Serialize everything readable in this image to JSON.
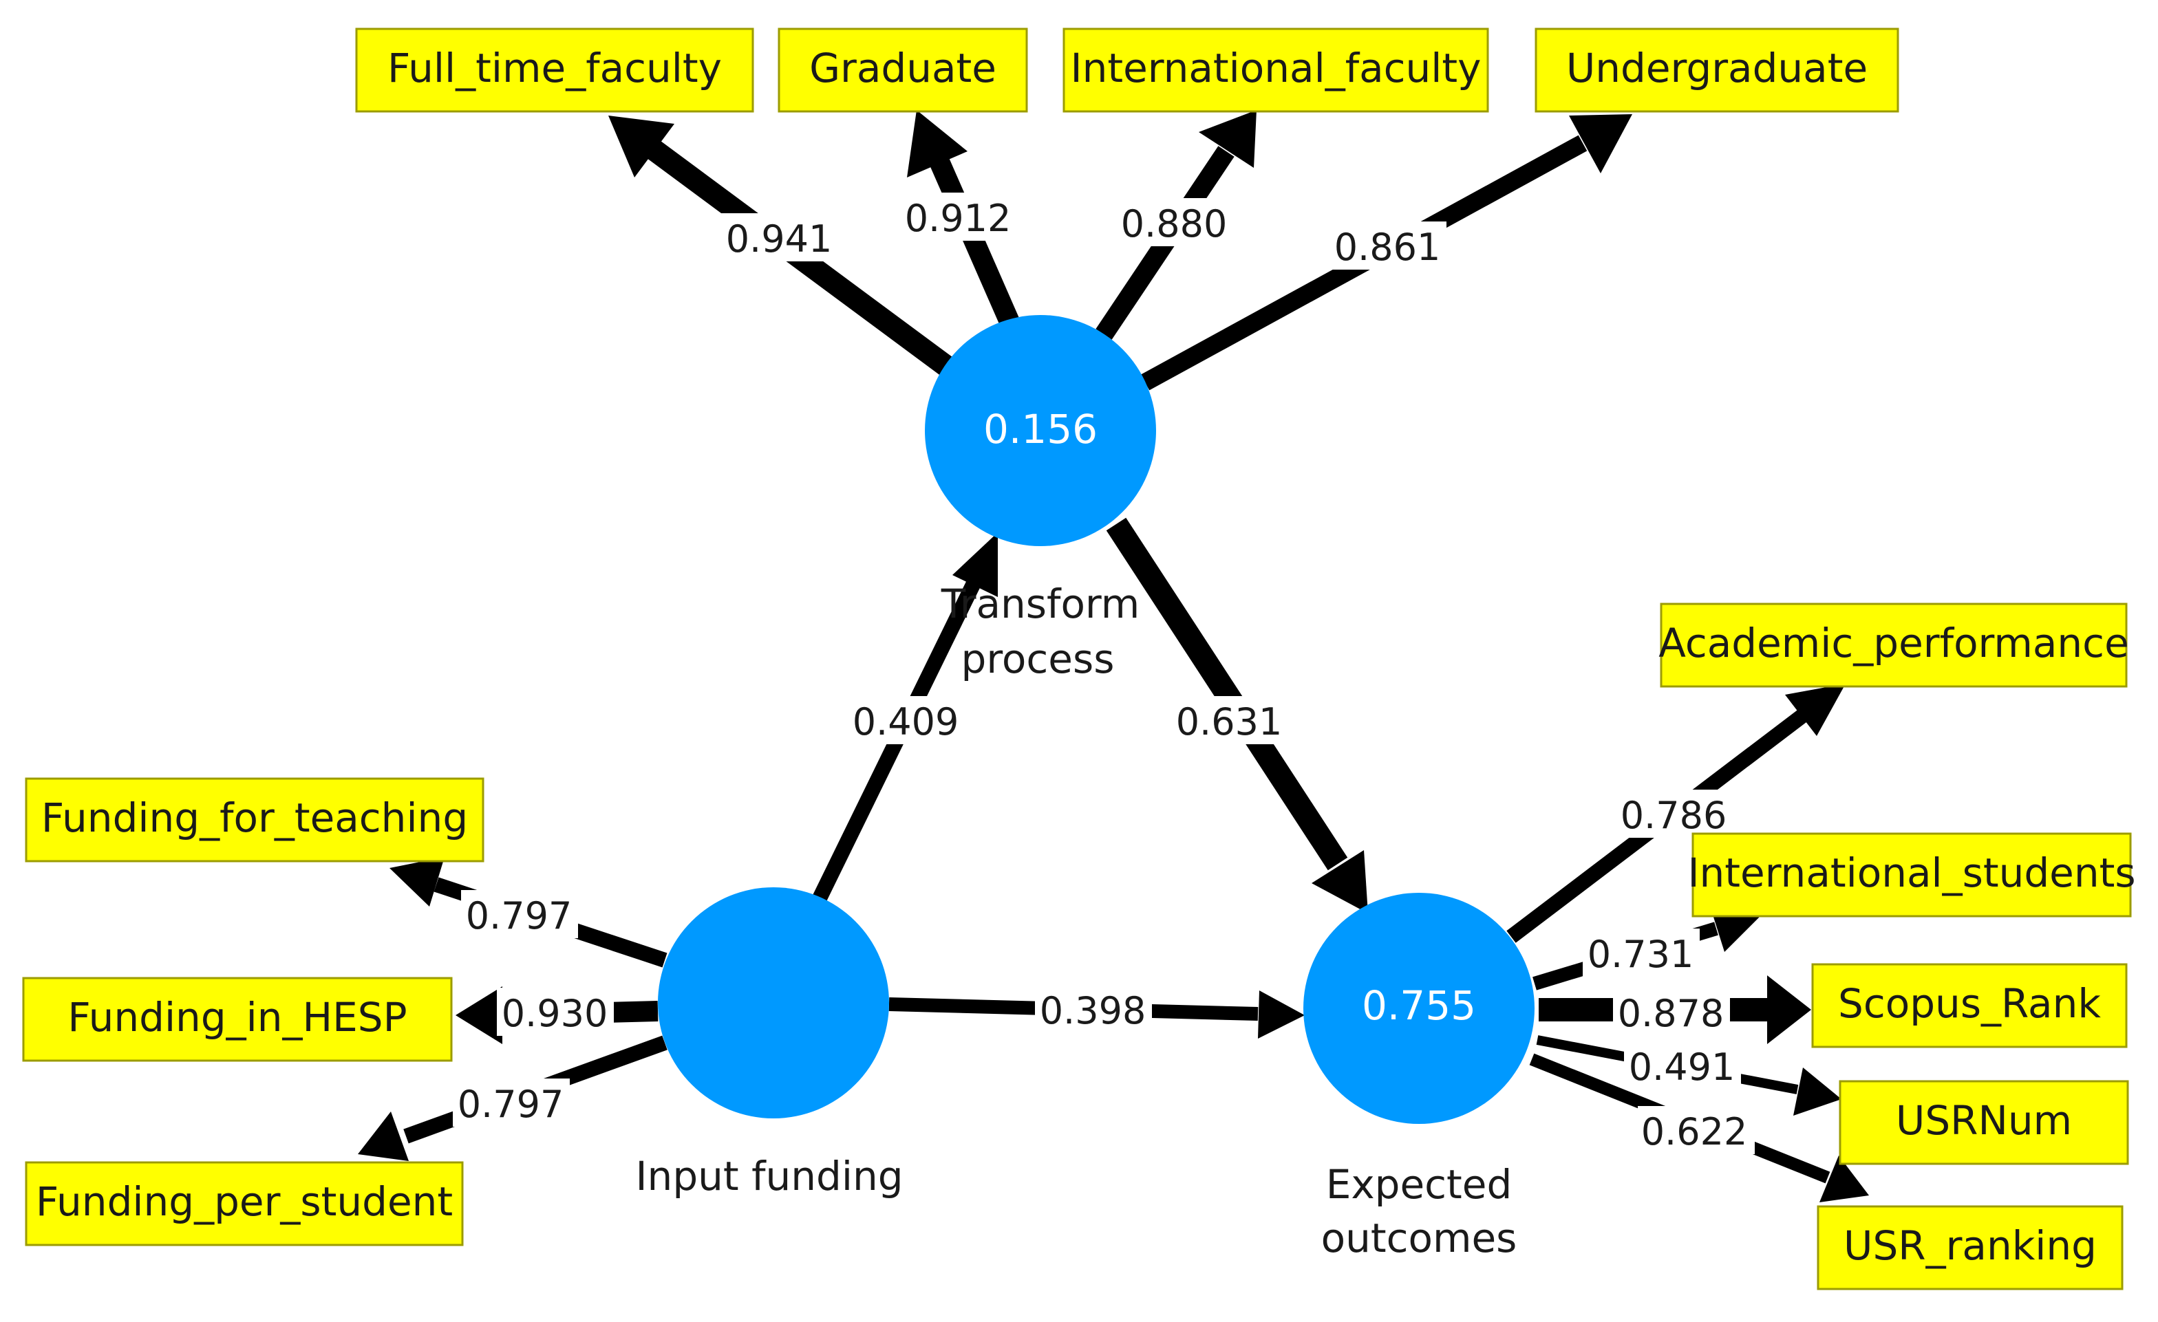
{
  "colors": {
    "construct": "#0099FF",
    "indicator_fill": "#FFFF00",
    "indicator_border": "#9C9C00",
    "path": "#000000"
  },
  "constructs": {
    "transform": {
      "value": "0.156",
      "name_line1": "Transform",
      "name_line2": "process"
    },
    "input": {
      "value": "",
      "name_line1": "Input funding",
      "name_line2": ""
    },
    "outcomes": {
      "value": "0.755",
      "name_line1": "Expected",
      "name_line2": "outcomes"
    }
  },
  "indicators": {
    "full_time_faculty": "Full_time_faculty",
    "graduate": "Graduate",
    "international_faculty": "International_faculty",
    "undergraduate": "Undergraduate",
    "funding_for_teaching": "Funding_for_teaching",
    "funding_in_hesp": "Funding_in_HESP",
    "funding_per_student": "Funding_per_student",
    "academic_performance": "Academic_performance",
    "international_students": "International_students",
    "scopus_rank": "Scopus_Rank",
    "usrnum": "USRNum",
    "usr_ranking": "USR_ranking"
  },
  "loadings": {
    "full_time_faculty": 0.941,
    "graduate": 0.912,
    "international_faculty": 0.88,
    "undergraduate": 0.861,
    "funding_for_teaching": 0.797,
    "funding_in_hesp": 0.93,
    "funding_per_student": 0.797,
    "academic_performance": 0.786,
    "international_students": 0.731,
    "scopus_rank": 0.878,
    "usrnum": 0.491,
    "usr_ranking": 0.622
  },
  "paths": {
    "input_to_transform": 0.409,
    "transform_to_outcomes": 0.631,
    "input_to_outcomes": 0.398
  },
  "labels": {
    "full_time_faculty": "0.941",
    "graduate": "0.912",
    "international_faculty": "0.880",
    "undergraduate": "0.861",
    "funding_for_teaching": "0.797",
    "funding_in_hesp": "0.930",
    "funding_per_student": "0.797",
    "academic_performance": "0.786",
    "international_students": "0.731",
    "scopus_rank": "0.878",
    "usrnum": "0.491",
    "usr_ranking": "0.622",
    "input_to_transform": "0.409",
    "transform_to_outcomes": "0.631",
    "input_to_outcomes": "0.398"
  }
}
